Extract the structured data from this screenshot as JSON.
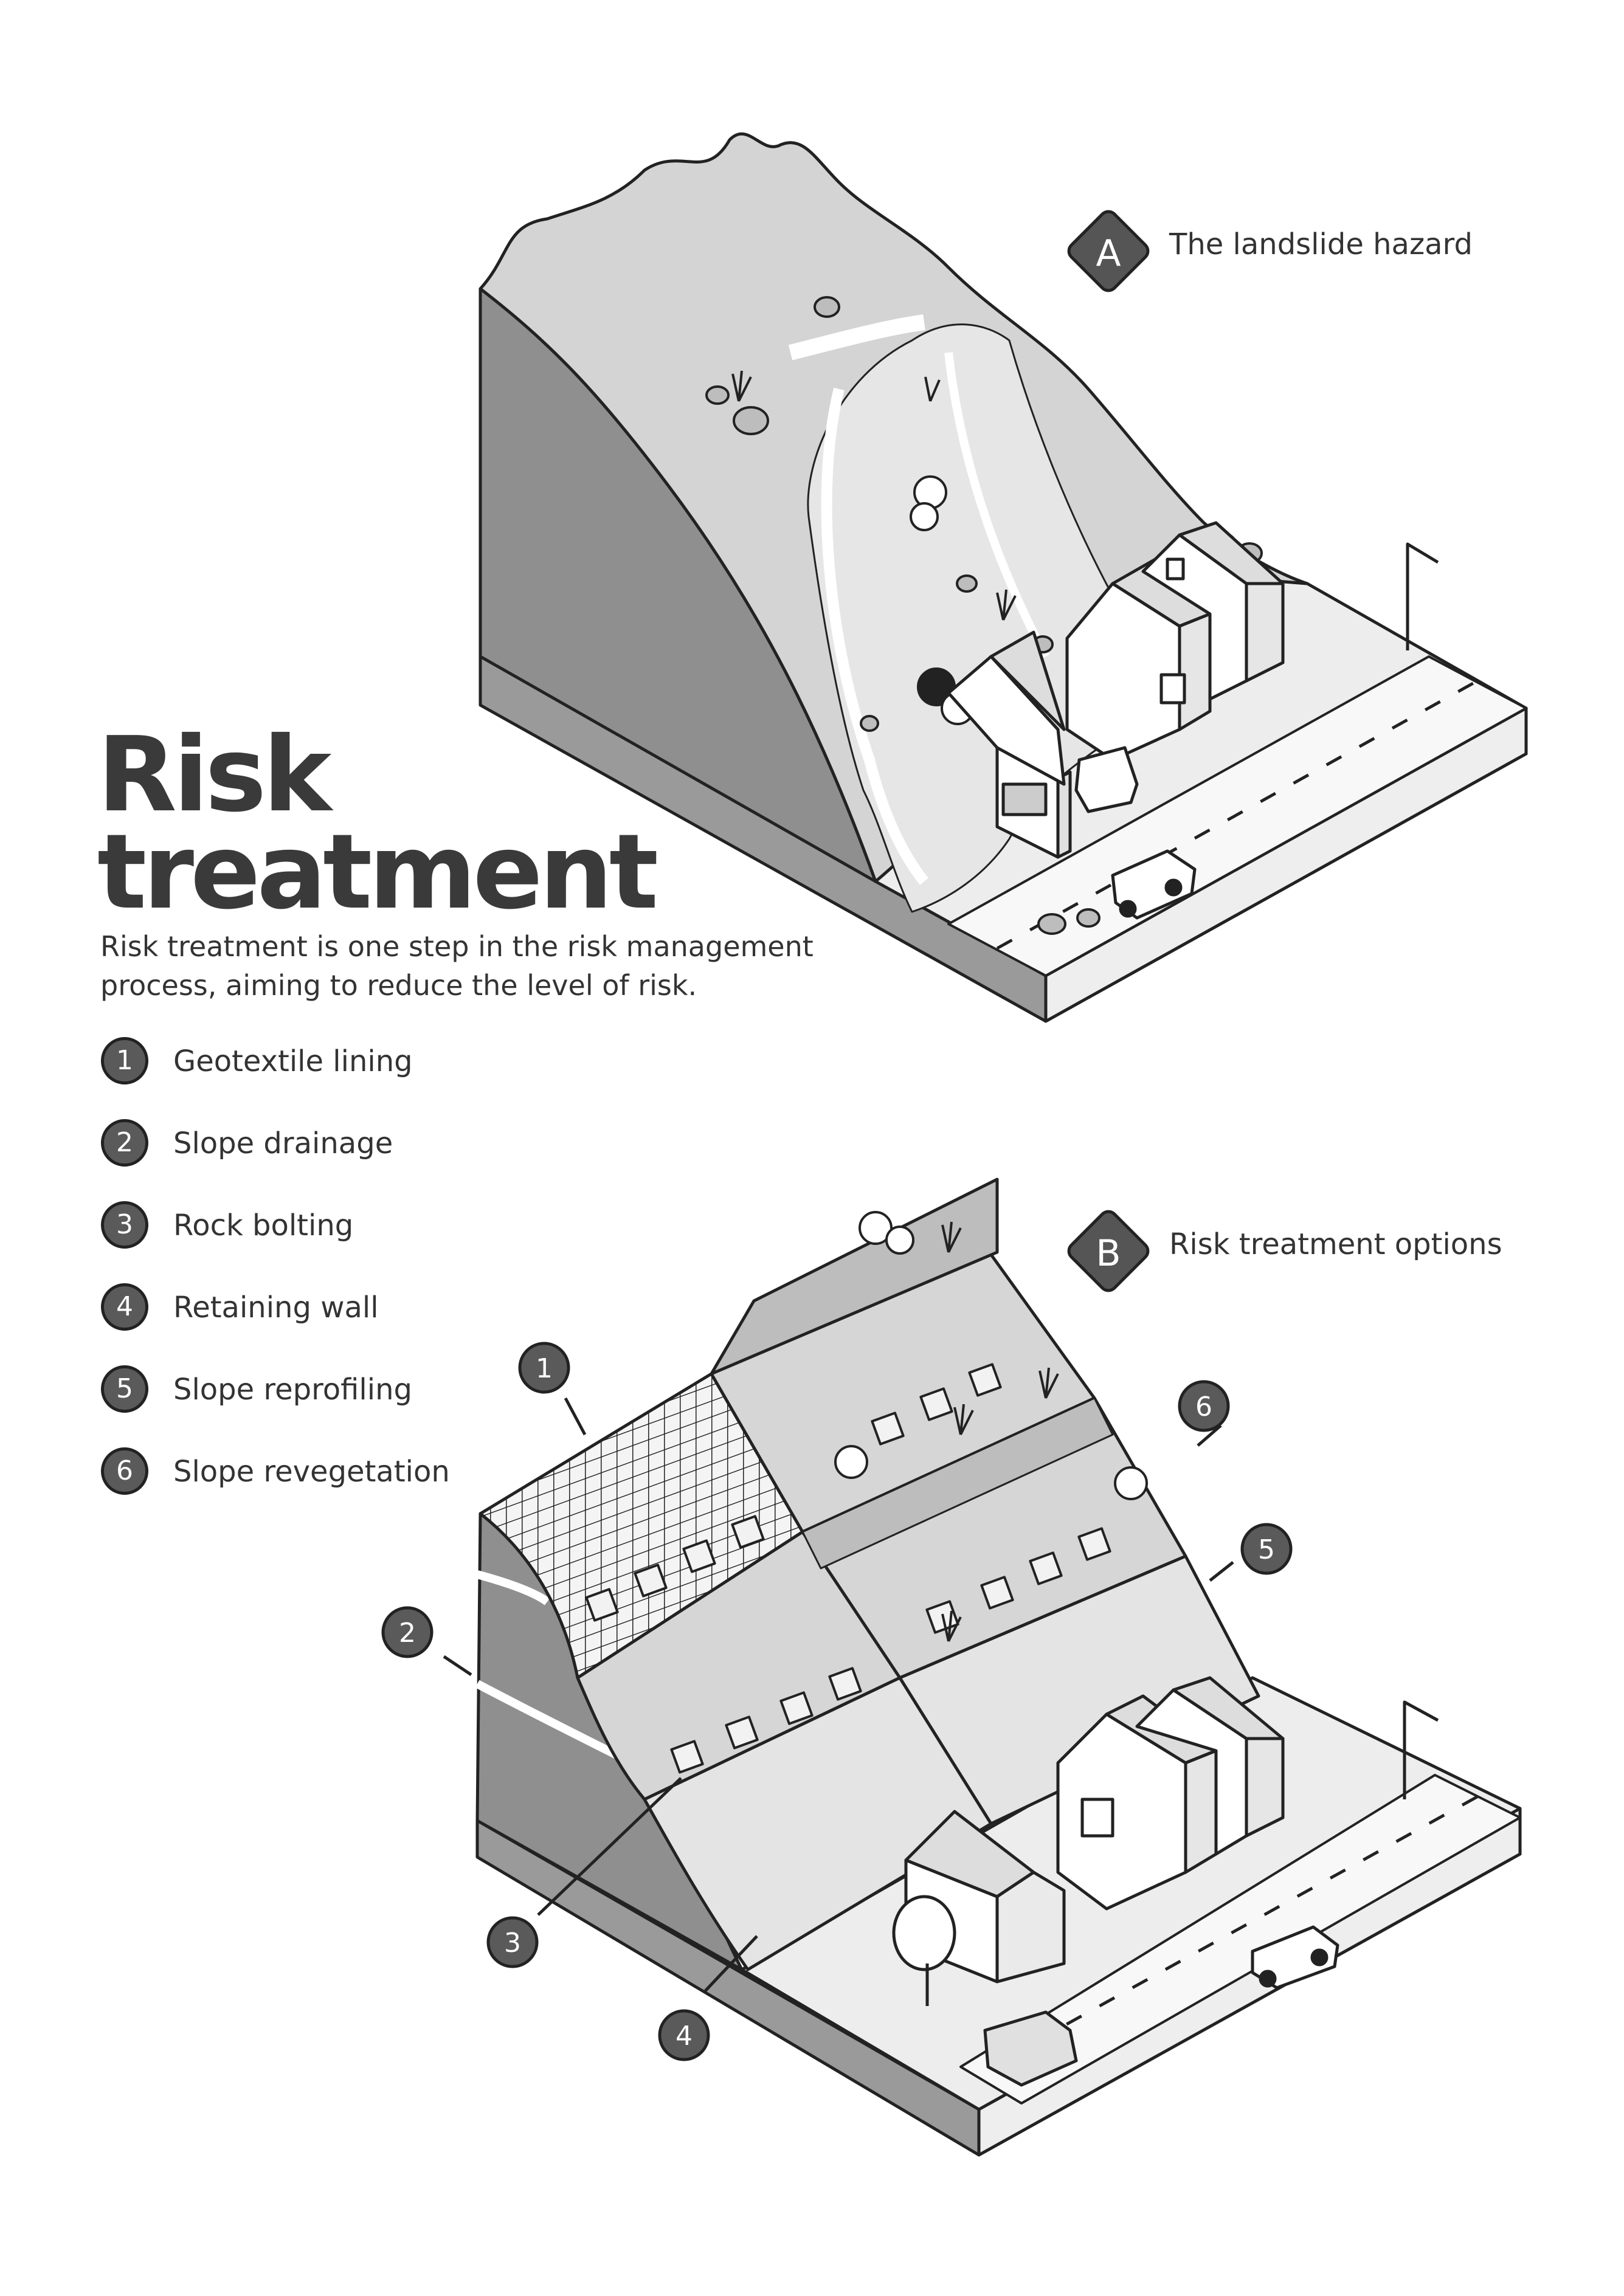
{
  "title_line1": "Risk",
  "title_line2": "treatment",
  "intro": "Risk treatment is one step in the risk management process, aiming to reduce the level of risk.",
  "panels": {
    "a": {
      "letter": "A",
      "label": "The landslide hazard"
    },
    "b": {
      "letter": "B",
      "label": "Risk treatment options"
    }
  },
  "legend": [
    {
      "num": "1",
      "label": "Geotextile lining"
    },
    {
      "num": "2",
      "label": "Slope drainage"
    },
    {
      "num": "3",
      "label": "Rock bolting"
    },
    {
      "num": "4",
      "label": "Retaining wall"
    },
    {
      "num": "5",
      "label": "Slope reprofiling"
    },
    {
      "num": "6",
      "label": "Slope revegetation"
    }
  ],
  "colors": {
    "ink": "#222222",
    "slope_light": "#d9d9d9",
    "slope_mid": "#bdbdbd",
    "slope_dark": "#8f8f8f",
    "ground": "#ededed",
    "road": "#f7f7f7"
  }
}
